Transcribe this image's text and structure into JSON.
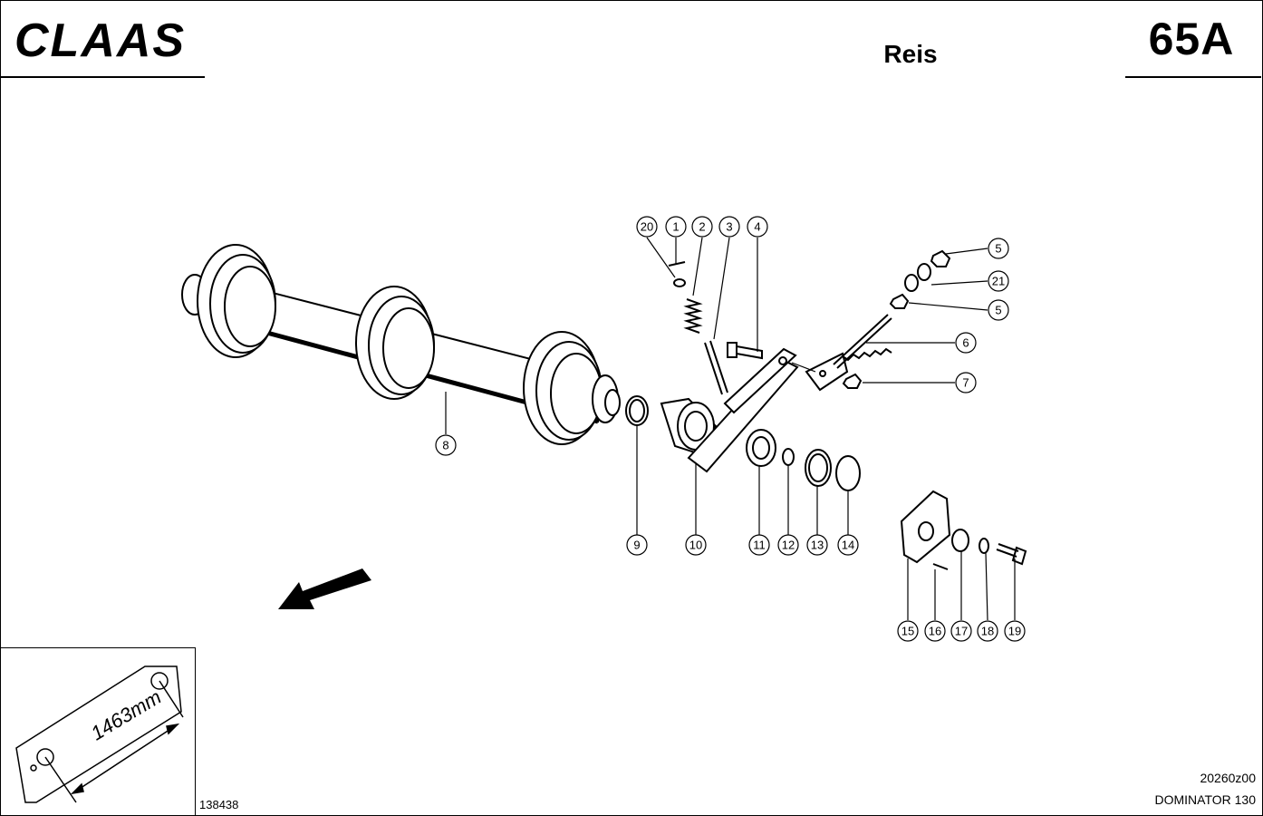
{
  "header": {
    "brand": "CLAAS",
    "title": "Reis",
    "plate_number": "65A"
  },
  "callouts": [
    {
      "num": "20"
    },
    {
      "num": "1"
    },
    {
      "num": "2"
    },
    {
      "num": "3"
    },
    {
      "num": "4"
    },
    {
      "num": "5"
    },
    {
      "num": "21"
    },
    {
      "num": "5"
    },
    {
      "num": "6"
    },
    {
      "num": "7"
    },
    {
      "num": "8"
    },
    {
      "num": "9"
    },
    {
      "num": "10"
    },
    {
      "num": "11"
    },
    {
      "num": "12"
    },
    {
      "num": "13"
    },
    {
      "num": "14"
    },
    {
      "num": "15"
    },
    {
      "num": "16"
    },
    {
      "num": "17"
    },
    {
      "num": "18"
    },
    {
      "num": "19"
    }
  ],
  "inset": {
    "dimension": "1463mm"
  },
  "footer": {
    "doc_number": "138438",
    "drawing_code": "20260z00",
    "model": "DOMINATOR 130"
  }
}
